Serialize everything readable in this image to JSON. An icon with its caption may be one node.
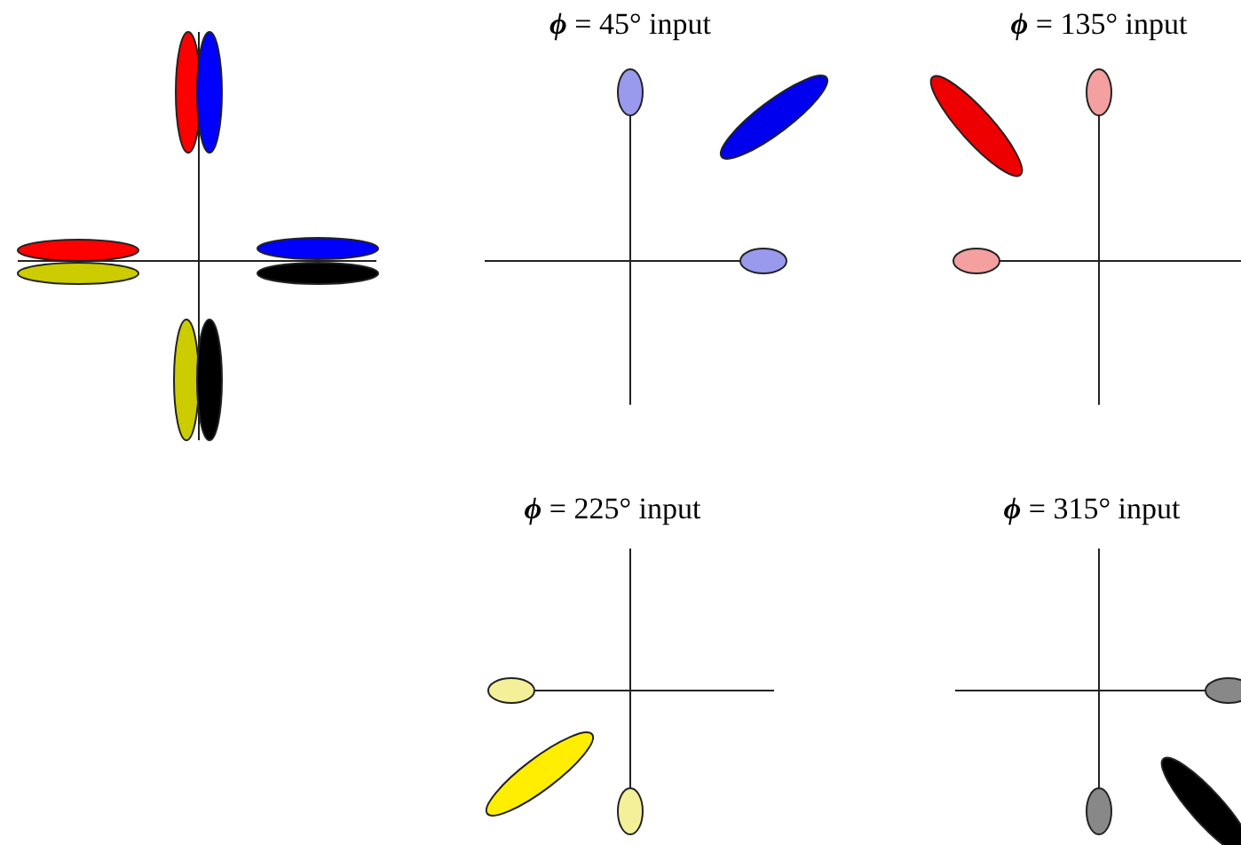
{
  "diagram": {
    "labels": [
      "*ϕ* = 45° input",
      "*ϕ* = 135° input",
      "*ϕ* = 225° input",
      "*ϕ* = 315° input"
    ]
  }
}
